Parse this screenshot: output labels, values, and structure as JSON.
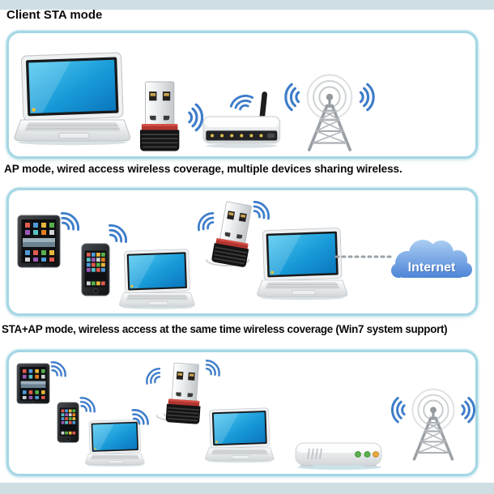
{
  "page": {
    "top_band_color": "#cfdee3",
    "bottom_band_color": "#cfdee3",
    "panel_border_color": "#a5d6e4",
    "title_color": "#0a0a0a"
  },
  "colors": {
    "wifi_wave_blue": "#3d7cc9",
    "laptop_screen_blue": "#1899d6",
    "adapter_red": "#b23530",
    "router_led_yellow": "#e3c04c",
    "modem_led_green": "#5cb24e",
    "modem_led_amber": "#e8ab3c",
    "cloud_blue": "#4a82d6"
  },
  "sections": [
    {
      "title": "Client STA mode",
      "devices": [
        "laptop",
        "usb-wifi-adapter",
        "wifi-waves",
        "wireless-router",
        "signal-tower"
      ]
    },
    {
      "title": "AP mode, wired access wireless coverage, multiple devices sharing wireless.",
      "cloud_label": "Internet",
      "devices": [
        "tablet",
        "smartphone",
        "laptop",
        "usb-wifi-adapter",
        "laptop",
        "dotted-link",
        "internet-cloud"
      ]
    },
    {
      "title": "STA+AP mode, wireless access at the same time wireless coverage (Win7 system support)",
      "devices": [
        "tablet",
        "smartphone",
        "laptop",
        "usb-wifi-adapter",
        "laptop",
        "modem-router",
        "signal-tower"
      ]
    }
  ]
}
